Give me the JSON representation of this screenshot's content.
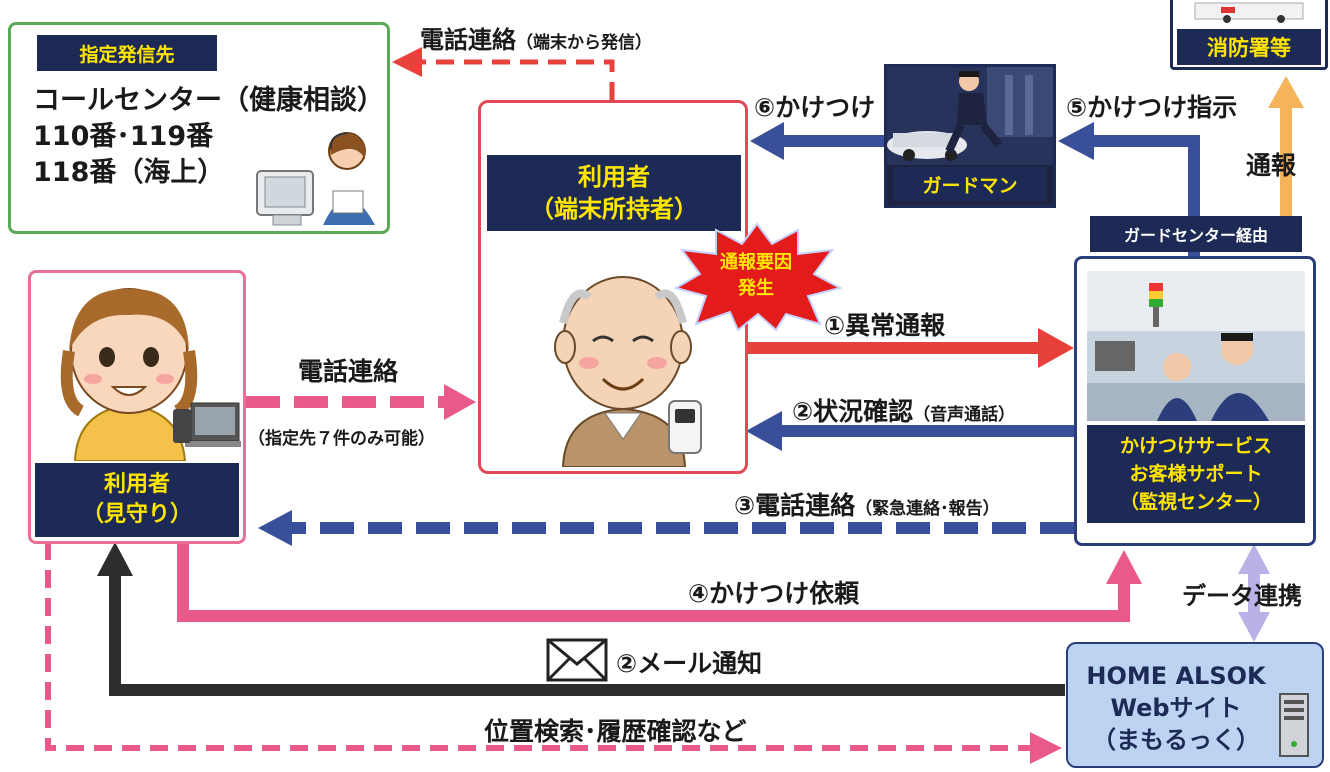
{
  "designated_callee": {
    "header": "指定発信先",
    "lines": [
      "コールセンター（健康相談）",
      "110番･119番",
      "118番（海上）"
    ]
  },
  "fire_station": {
    "label": "消防署等"
  },
  "guardman": {
    "label": "ガードマン"
  },
  "guard_center_label": "ガードセンター経由",
  "terminal_user": {
    "line1": "利用者",
    "line2": "（端末所持者）"
  },
  "burst": {
    "line1": "通報要因",
    "line2": "発生"
  },
  "watcher": {
    "line1": "利用者",
    "line2": "（見守り）"
  },
  "monitor_center": {
    "line1": "かけつけサービス",
    "line2": "お客様サポート",
    "line3": "（監視センター）"
  },
  "website": {
    "line1": "HOME ALSOK",
    "line2": "Webサイト",
    "line3": "（まもるっく）"
  },
  "flows": {
    "phone_from_terminal": "電話連絡",
    "phone_from_terminal_note": "（端末から発信）",
    "rush_6": "⑥かけつけ",
    "rush_order_5": "⑤かけつけ指示",
    "report": "通報",
    "abnormal_1": "①異常通報",
    "status_2": "②状況確認",
    "status_2_note": "（音声通話）",
    "phone_watch": "電話連絡",
    "phone_watch_note": "（指定先７件のみ可能）",
    "phone_3": "③電話連絡",
    "phone_3_note": "（緊急連絡･報告）",
    "request_4": "④かけつけ依頼",
    "data_link": "データ連携",
    "mail_2": "②メール通知",
    "location": "位置検索･履歴確認など"
  },
  "colors": {
    "navy": "#1c2a55",
    "red_arrow": "#e8403a",
    "pink_arrow": "#ea5a88",
    "blue_arrow": "#3a4f9a",
    "orange_arrow": "#f5b35a",
    "lilac_arrow": "#b9b2e6",
    "dark_arrow": "#2d2d2d",
    "green_border": "#5aaa5a"
  }
}
